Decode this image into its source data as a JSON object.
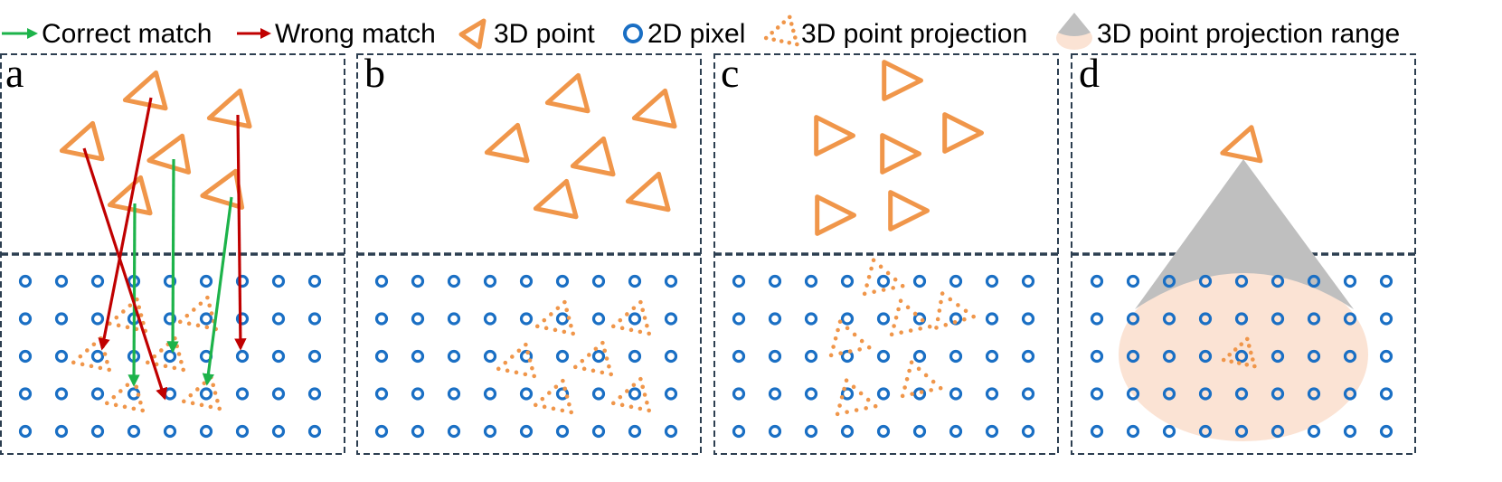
{
  "colors": {
    "correct": "#1db34a",
    "wrong": "#c00000",
    "point3d": "#f0964a",
    "pixel": "#1a6fc4",
    "cone": "#bfbfbf",
    "range": "#fbe3d4",
    "frame": "#2c3e50"
  },
  "legend": {
    "correct_match": "Correct match",
    "wrong_match": "Wrong match",
    "point_3d": "3D point",
    "pixel_2d": "2D pixel",
    "projection": "3D point projection",
    "projection_range": "3D point projection range"
  },
  "panels": [
    {
      "letter": "a"
    },
    {
      "letter": "b"
    },
    {
      "letter": "c"
    },
    {
      "letter": "d"
    }
  ],
  "icons": {
    "correct": "green-arrow-icon",
    "wrong": "red-arrow-icon",
    "point_3d": "orange-triangle-icon",
    "pixel_2d": "blue-circle-icon",
    "projection": "dotted-triangle-icon",
    "projection_range": "cone-icon"
  }
}
